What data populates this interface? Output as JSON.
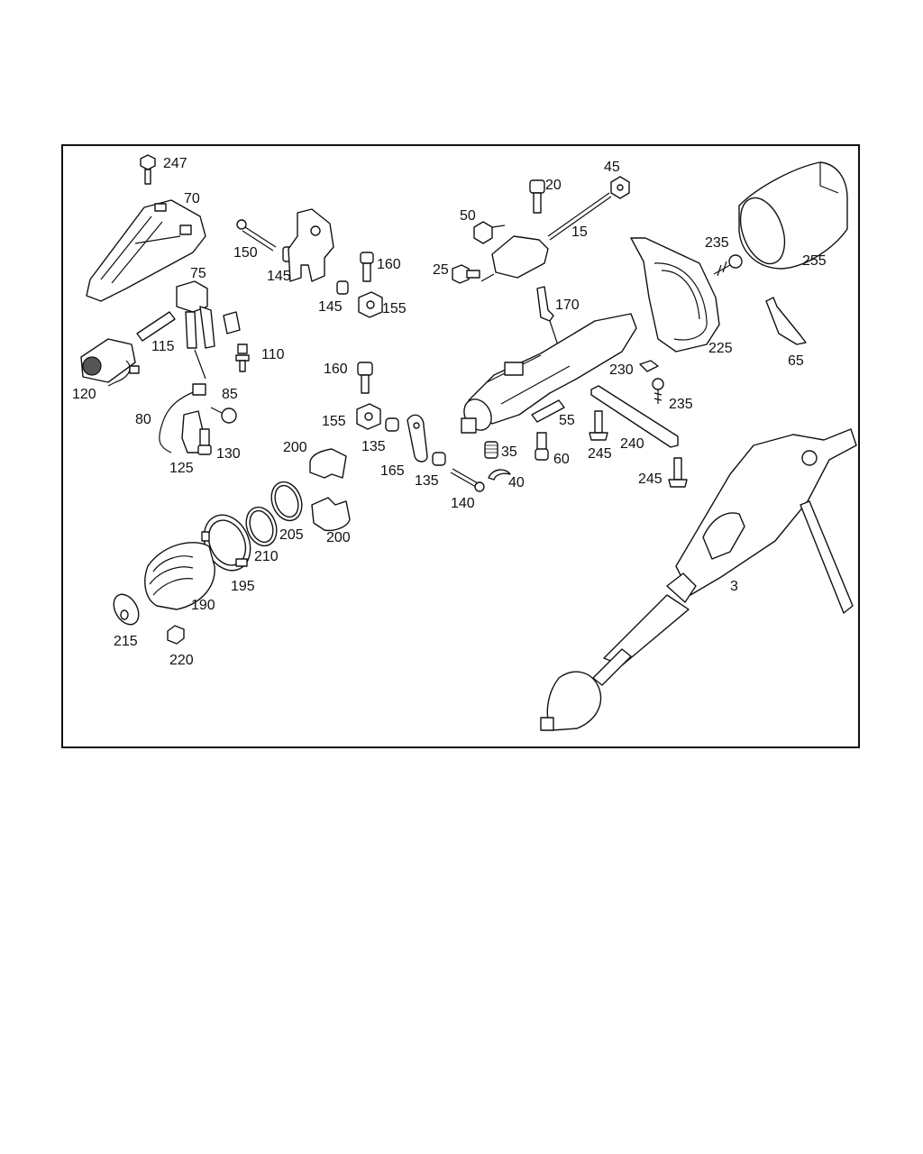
{
  "labels": {
    "l247": "247",
    "l70": "70",
    "l75": "75",
    "l150": "150",
    "l145a": "145",
    "l145b": "145",
    "l160a": "160",
    "l155a": "155",
    "l115": "115",
    "l110": "110",
    "l120": "120",
    "l85": "85",
    "l80": "80",
    "l130": "130",
    "l125": "125",
    "l160b": "160",
    "l155b": "155",
    "l135a": "135",
    "l165": "165",
    "l135b": "135",
    "l200a": "200",
    "l200b": "200",
    "l205": "205",
    "l210": "210",
    "l195": "195",
    "l190": "190",
    "l215": "215",
    "l220": "220",
    "l45": "45",
    "l20": "20",
    "l50": "50",
    "l15": "15",
    "l25": "25",
    "l170": "170",
    "l55": "55",
    "l35": "35",
    "l40": "40",
    "l140": "140",
    "l60": "60",
    "l245a": "245",
    "l245b": "245",
    "l240": "240",
    "l230": "230",
    "l235a": "235",
    "l235b": "235",
    "l225": "225",
    "l255": "255",
    "l65": "65",
    "l3": "3"
  }
}
